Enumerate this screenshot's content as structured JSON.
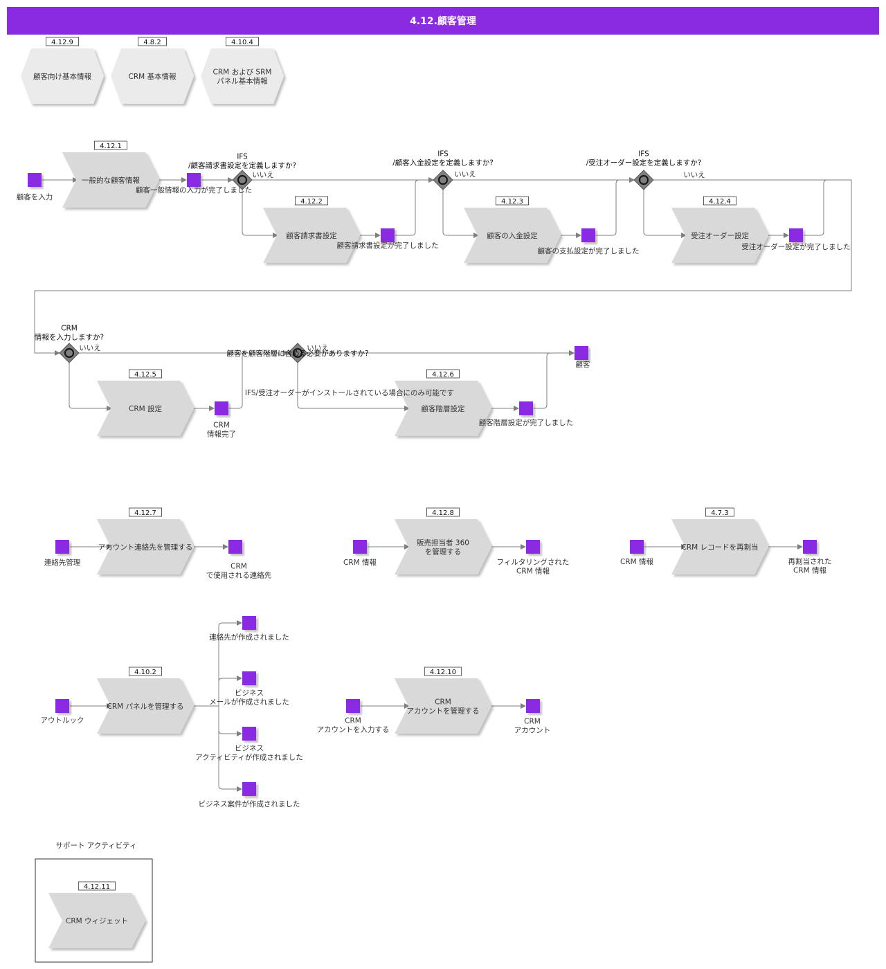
{
  "title": "4.12.顧客管理",
  "colors": {
    "accent": "#8a2be2",
    "process": "#d9d9d9",
    "hex": "#ebebeb",
    "line": "#7f7f7f",
    "gateway": "#808080"
  },
  "linked_processes": [
    {
      "ref": "4.12.9",
      "label": [
        "顧客向け基本情報"
      ]
    },
    {
      "ref": "4.8.2",
      "label": [
        "CRM 基本情報"
      ]
    },
    {
      "ref": "4.10.4",
      "label": [
        "CRM および SRM",
        "パネル基本情報"
      ]
    }
  ],
  "processes": [
    {
      "id": "p1",
      "ref": "4.12.1",
      "label": [
        "一般的な顧客情報"
      ]
    },
    {
      "id": "p2",
      "ref": "4.12.2",
      "label": [
        "顧客請求書設定"
      ]
    },
    {
      "id": "p3",
      "ref": "4.12.3",
      "label": [
        "顧客の入金設定"
      ]
    },
    {
      "id": "p4",
      "ref": "4.12.4",
      "label": [
        "受注オーダー設定"
      ]
    },
    {
      "id": "p5",
      "ref": "4.12.5",
      "label": [
        "CRM 設定"
      ]
    },
    {
      "id": "p6",
      "ref": "4.12.6",
      "label": [
        "顧客階層設定"
      ]
    },
    {
      "id": "p7",
      "ref": "4.12.7",
      "label": [
        "アカウント連絡先を管理する"
      ]
    },
    {
      "id": "p8",
      "ref": "4.12.8",
      "label": [
        "販売担当者 360",
        "を管理する"
      ]
    },
    {
      "id": "p9",
      "ref": "4.7.3",
      "label": [
        "CRM レコードを再割当"
      ]
    },
    {
      "id": "p10",
      "ref": "4.10.2",
      "label": [
        "CRM パネルを管理する"
      ]
    },
    {
      "id": "p11",
      "ref": "4.12.10",
      "label": [
        "CRM",
        "アカウントを管理する"
      ]
    },
    {
      "id": "p12",
      "ref": "4.12.11",
      "label": [
        "CRM ウィジェット"
      ]
    }
  ],
  "events": [
    {
      "id": "e1",
      "label": [
        "顧客を入力"
      ]
    },
    {
      "id": "e2",
      "label": [
        "顧客一般情報の入力が完了しました"
      ]
    },
    {
      "id": "e3",
      "label": [
        "顧客請求書設定が完了しました"
      ]
    },
    {
      "id": "e4",
      "label": [
        "顧客の支払設定が完了しました"
      ]
    },
    {
      "id": "e5",
      "label": [
        "受注オーダー設定が完了しました"
      ]
    },
    {
      "id": "e6",
      "label": [
        "CRM",
        "情報完了"
      ]
    },
    {
      "id": "e7",
      "label": [
        "顧客階層設定が完了しました"
      ]
    },
    {
      "id": "e8",
      "label": [
        "顧客"
      ]
    },
    {
      "id": "e9",
      "label": [
        "連絡先管理"
      ]
    },
    {
      "id": "e10",
      "label": [
        "CRM",
        "で使用される連絡先"
      ]
    },
    {
      "id": "e11",
      "label": [
        "CRM 情報"
      ]
    },
    {
      "id": "e12",
      "label": [
        "フィルタリングされた",
        "CRM 情報"
      ]
    },
    {
      "id": "e13",
      "label": [
        "CRM 情報"
      ]
    },
    {
      "id": "e14",
      "label": [
        "再割当された",
        "CRM 情報"
      ]
    },
    {
      "id": "e15",
      "label": [
        "アウトルック"
      ]
    },
    {
      "id": "e16",
      "label": [
        "連絡先が作成されました"
      ]
    },
    {
      "id": "e17",
      "label": [
        "ビジネス",
        "メールが作成されました"
      ]
    },
    {
      "id": "e18",
      "label": [
        "ビジネス",
        "アクティビティが作成されました"
      ]
    },
    {
      "id": "e19",
      "label": [
        "ビジネス案件が作成されました"
      ]
    },
    {
      "id": "e20",
      "label": [
        "CRM",
        "アカウントを入力する"
      ]
    },
    {
      "id": "e21",
      "label": [
        "CRM",
        "アカウント"
      ]
    }
  ],
  "gateways": [
    {
      "id": "g1",
      "question": [
        "IFS",
        "/顧客請求書設定を定義しますか?"
      ],
      "no_label": "いいえ"
    },
    {
      "id": "g2",
      "question": [
        "IFS",
        "/顧客入金設定を定義しますか?"
      ],
      "no_label": "いいえ"
    },
    {
      "id": "g3",
      "question": [
        "IFS",
        "/受注オーダー設定を定義しますか?"
      ],
      "no_label": "いいえ"
    },
    {
      "id": "g4",
      "question": [
        "CRM",
        "情報を入力しますか?"
      ],
      "no_label": "いいえ"
    },
    {
      "id": "g5",
      "question": [
        "顧客を顧客階層に含める必要がありますか?"
      ],
      "no_label": "いいえ"
    }
  ],
  "notes": [
    "IFS/受注オーダーがインストールされている場合にのみ可能です"
  ],
  "support": {
    "title": "サポート アクティビティ"
  }
}
